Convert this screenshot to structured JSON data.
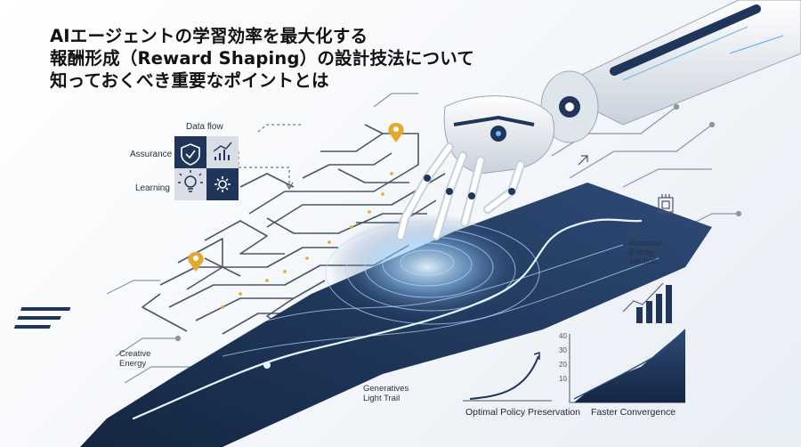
{
  "title": {
    "line1": "AIエージェントの学習効率を最大化する",
    "line2": "報酬形成（Reward Shaping）の設計技法について",
    "line3": "知っておくべき重要なポイントとは"
  },
  "labels": {
    "data_flow": "Data flow",
    "assurance": "Assurance",
    "learning": "Learning",
    "potential_energy_1": "Potential-",
    "potential_energy_2": "Energy",
    "potential_energy_3": "solution",
    "creative_1": "Creative",
    "creative_2": "Energy",
    "generative_1": "Generatives",
    "generative_2": "Light Trail",
    "optimal_policy": "Optimal Policy Preservation",
    "faster_convergence": "Faster Convergence"
  },
  "convergence_chart": {
    "y_ticks": [
      "40",
      "30",
      "20",
      "10"
    ]
  },
  "icons": [
    "shield-check-icon",
    "bar-chart-icon",
    "lightbulb-icon",
    "gear-icon",
    "robot-hand",
    "map-pin-icon",
    "chip-icon"
  ],
  "colors": {
    "navy": "#1f3559",
    "navy_dark": "#142642",
    "glow": "#9fd0ff",
    "pin": "#e3a92c"
  }
}
